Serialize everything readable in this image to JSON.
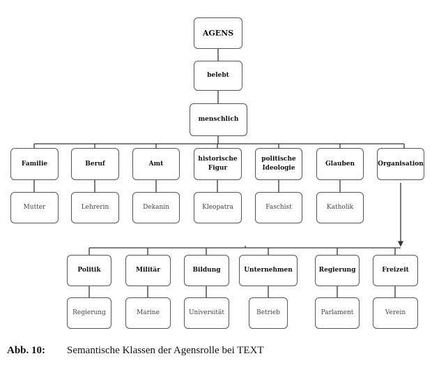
{
  "root": "AGENS",
  "level1": "belebt",
  "level2": "menschlich",
  "classes": [
    {
      "label": "Familie",
      "example": "Mutter"
    },
    {
      "label": "Beruf",
      "example": "Lehrerin"
    },
    {
      "label": "Amt",
      "example": "Dekanin"
    },
    {
      "label": "historische Figur",
      "example": "Kleopatra"
    },
    {
      "label": "politische Ideologie",
      "example": "Faschist"
    },
    {
      "label": "Glauben",
      "example": "Katholik"
    },
    {
      "label": "Organisation"
    }
  ],
  "organisation_types": [
    {
      "label": "Politik",
      "example": "Regierung"
    },
    {
      "label": "Militär",
      "example": "Marine"
    },
    {
      "label": "Bildung",
      "example": "Universität"
    },
    {
      "label": "Unternehmen",
      "example": "Betrieb"
    },
    {
      "label": "Regierung",
      "example": "Parlament"
    },
    {
      "label": "Freizeit",
      "example": "Verein"
    }
  ],
  "caption": {
    "label": "Abb. 10:",
    "text": "Semantische Klassen der Agensrolle bei TEXT"
  }
}
